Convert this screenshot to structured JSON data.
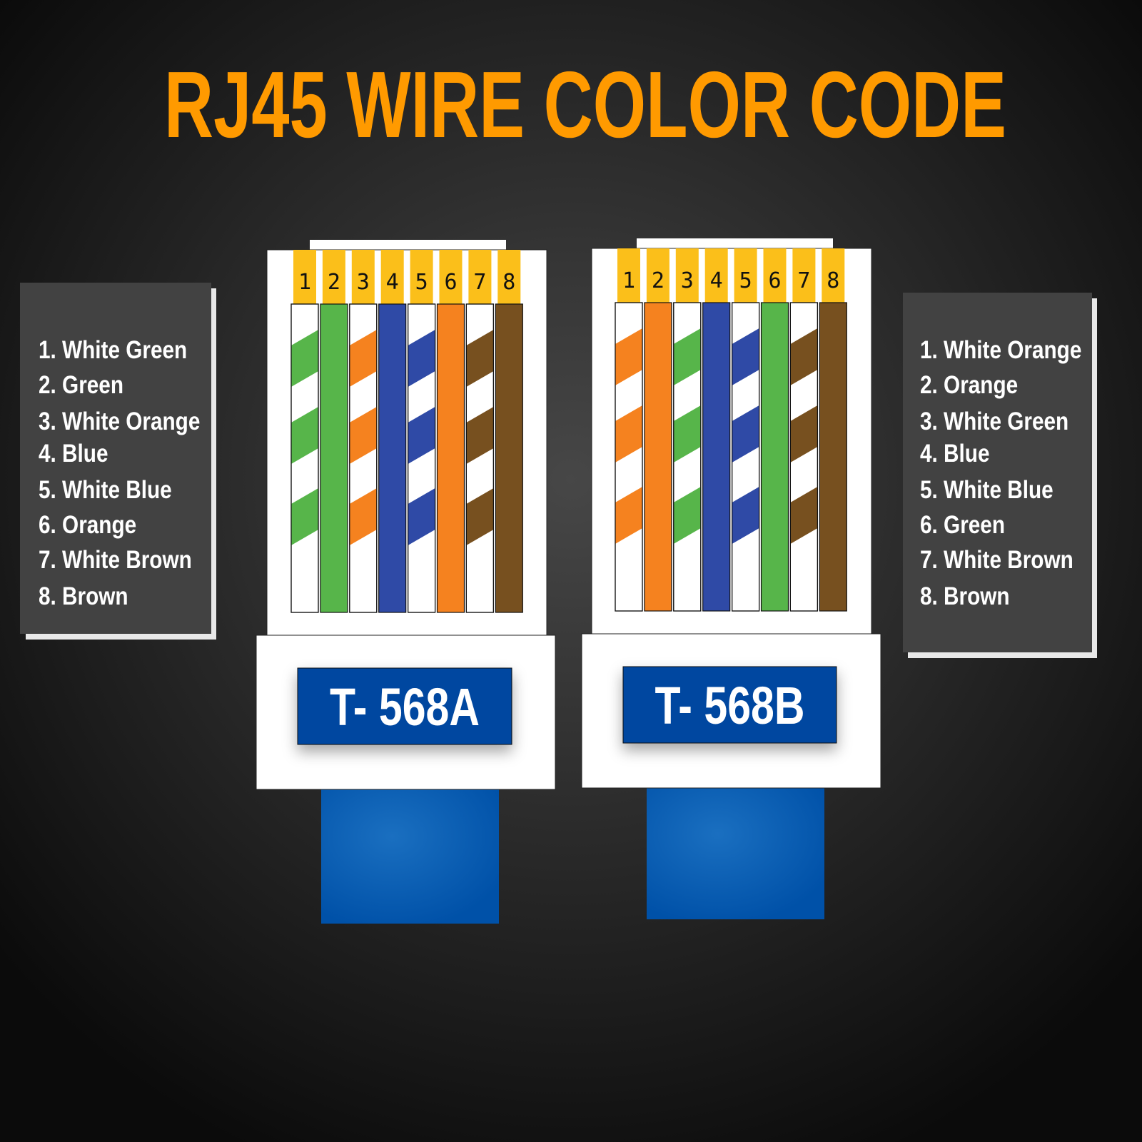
{
  "title": "RJ45 WIRE COLOR CODE",
  "colors": {
    "title": "#ff9a00",
    "pin": "#fbbf1a",
    "white": "#ffffff",
    "green": "#57b54a",
    "orange": "#f5821f",
    "blue": "#2f4aa6",
    "brown": "#77501f",
    "label_bg": "#0047a0",
    "panel_bg": "#424242"
  },
  "pin_numbers": [
    "1",
    "2",
    "3",
    "4",
    "5",
    "6",
    "7",
    "8"
  ],
  "standards": [
    {
      "name": "T- 568A",
      "wires": [
        {
          "label": "1. White Green",
          "base": "white",
          "stripe": "green"
        },
        {
          "label": "2. Green",
          "base": "green",
          "stripe": null
        },
        {
          "label": "3. White Orange",
          "base": "white",
          "stripe": "orange"
        },
        {
          "label": "4. Blue",
          "base": "blue",
          "stripe": null
        },
        {
          "label": "5. White Blue",
          "base": "white",
          "stripe": "blue"
        },
        {
          "label": "6. Orange",
          "base": "orange",
          "stripe": null
        },
        {
          "label": "7. White Brown",
          "base": "white",
          "stripe": "brown"
        },
        {
          "label": "8. Brown",
          "base": "brown",
          "stripe": null
        }
      ]
    },
    {
      "name": "T- 568B",
      "wires": [
        {
          "label": "1. White Orange",
          "base": "white",
          "stripe": "orange"
        },
        {
          "label": "2. Orange",
          "base": "orange",
          "stripe": null
        },
        {
          "label": "3. White Green",
          "base": "white",
          "stripe": "green"
        },
        {
          "label": "4. Blue",
          "base": "blue",
          "stripe": null
        },
        {
          "label": "5. White Blue",
          "base": "white",
          "stripe": "blue"
        },
        {
          "label": "6. Green",
          "base": "green",
          "stripe": null
        },
        {
          "label": "7. White Brown",
          "base": "white",
          "stripe": "brown"
        },
        {
          "label": "8. Brown",
          "base": "brown",
          "stripe": null
        }
      ]
    }
  ]
}
